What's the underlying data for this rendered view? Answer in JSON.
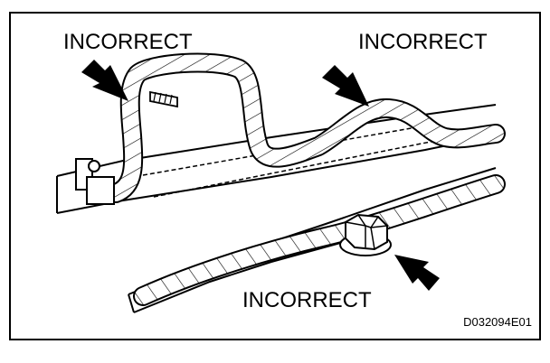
{
  "labels": {
    "incorrect_top_left": "INCORRECT",
    "incorrect_top_right": "INCORRECT",
    "incorrect_bottom": "INCORRECT"
  },
  "figure_code": "D032094E01",
  "colors": {
    "ink": "#000000",
    "paper": "#ffffff"
  }
}
